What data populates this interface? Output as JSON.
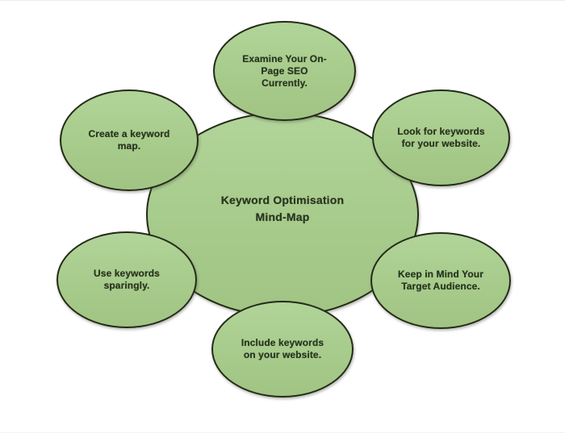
{
  "diagram": {
    "type": "mind-map",
    "center": {
      "text": "Keyword Optimisation\nMind-Map"
    },
    "satellites": [
      {
        "position": "top",
        "text": "Examine Your On-\nPage SEO\nCurrently."
      },
      {
        "position": "top-left",
        "text": "Create a keyword\nmap."
      },
      {
        "position": "top-right",
        "text": "Look for keywords\nfor your website."
      },
      {
        "position": "bottom-left",
        "text": "Use keywords\nsparingly."
      },
      {
        "position": "bottom-right",
        "text": "Keep in Mind Your\nTarget Audience."
      },
      {
        "position": "bottom",
        "text": "Include keywords\non your website."
      }
    ],
    "colors": {
      "node_fill": "#a7cb8b",
      "node_fill_light": "#b1d499",
      "node_fill_dark": "#a1c484",
      "node_border": "#232b17",
      "text": "#2a3620",
      "canvas": "#ffffff"
    }
  }
}
